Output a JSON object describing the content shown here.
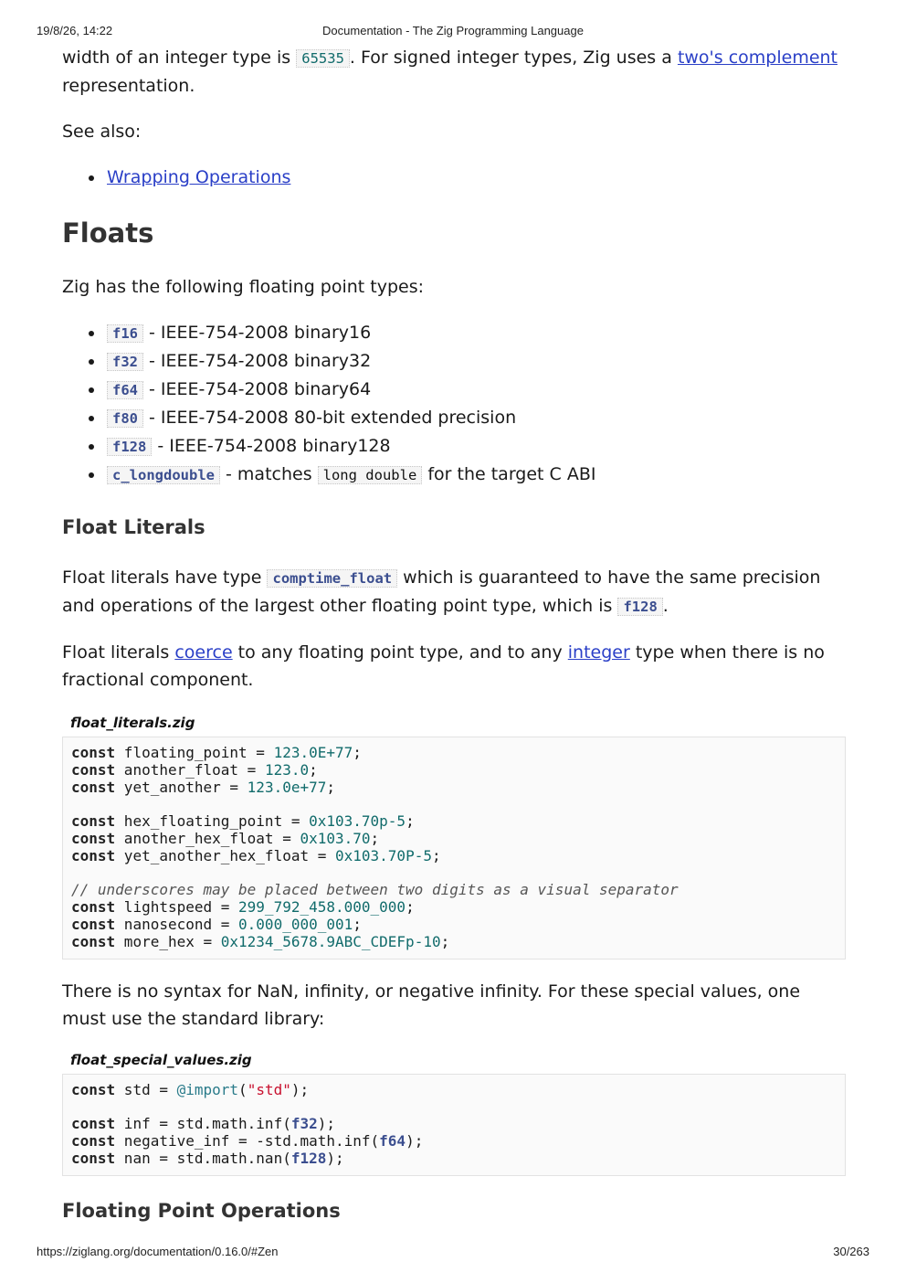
{
  "header": {
    "datetime": "19/8/26, 14:22",
    "title": "Documentation - The Zig Programming Language"
  },
  "footer": {
    "url": "https://ziglang.org/documentation/0.16.0/#Zen",
    "page": "30/263"
  },
  "intro": {
    "p1_a": "width of an integer type is ",
    "p1_code": "65535",
    "p1_b": ". For signed integer types, Zig uses a ",
    "p1_link": "two's complement",
    "p1_c": " representation.",
    "see_also": "See also:",
    "see_also_link": "Wrapping Operations"
  },
  "floats": {
    "heading": "Floats",
    "intro": "Zig has the following floating point types:",
    "types": [
      {
        "code": "f16",
        "desc": " - IEEE-754-2008 binary16"
      },
      {
        "code": "f32",
        "desc": " - IEEE-754-2008 binary32"
      },
      {
        "code": "f64",
        "desc": " - IEEE-754-2008 binary64"
      },
      {
        "code": "f80",
        "desc": " - IEEE-754-2008 80-bit extended precision"
      },
      {
        "code": "f128",
        "desc": " - IEEE-754-2008 binary128"
      }
    ],
    "longdouble": {
      "code": "c_longdouble",
      "desc_a": " - matches ",
      "code2": "long double",
      "desc_b": " for the target C ABI"
    }
  },
  "float_literals": {
    "heading": "Float Literals",
    "p1_a": "Float literals have type ",
    "p1_code": "comptime_float",
    "p1_b": " which is guaranteed to have the same precision and operations of the largest other floating point type, which is ",
    "p1_code2": "f128",
    "p1_c": ".",
    "p2_a": "Float literals ",
    "p2_link1": "coerce",
    "p2_b": " to any floating point type, and to any ",
    "p2_link2": "integer",
    "p2_c": " type when there is no fractional component.",
    "file1": "float_literals.zig",
    "code1": [
      {
        "kw": "const",
        "rest": " floating_point = ",
        "num": "123.0E+77",
        "end": ";"
      },
      {
        "kw": "const",
        "rest": " another_float = ",
        "num": "123.0",
        "end": ";"
      },
      {
        "kw": "const",
        "rest": " yet_another = ",
        "num": "123.0e+77",
        "end": ";"
      },
      {
        "kw": "const",
        "rest": " hex_floating_point = ",
        "num": "0x103.70p-5",
        "end": ";"
      },
      {
        "kw": "const",
        "rest": " another_hex_float = ",
        "num": "0x103.70",
        "end": ";"
      },
      {
        "kw": "const",
        "rest": " yet_another_hex_float = ",
        "num": "0x103.70P-5",
        "end": ";"
      },
      {
        "comment": "// underscores may be placed between two digits as a visual separator"
      },
      {
        "kw": "const",
        "rest": " lightspeed = ",
        "num": "299_792_458.000_000",
        "end": ";"
      },
      {
        "kw": "const",
        "rest": " nanosecond = ",
        "num": "0.000_000_001",
        "end": ";"
      },
      {
        "kw": "const",
        "rest": " more_hex = ",
        "num": "0x1234_5678.9ABC_CDEFp-10",
        "end": ";"
      }
    ],
    "p3": "There is no syntax for NaN, infinity, or negative infinity. For these special values, one must use the standard library:",
    "file2": "float_special_values.zig",
    "code2": {
      "l1_kw": "const",
      "l1_a": " std = ",
      "l1_bi": "@import",
      "l1_b": "(",
      "l1_str": "\"std\"",
      "l1_c": ");",
      "l2_kw": "const",
      "l2_a": " inf = std.math.inf(",
      "l2_ty": "f32",
      "l2_b": ");",
      "l3_kw": "const",
      "l3_a": " negative_inf = -std.math.inf(",
      "l3_ty": "f64",
      "l3_b": ");",
      "l4_kw": "const",
      "l4_a": " nan = std.math.nan(",
      "l4_ty": "f128",
      "l4_b": ");"
    }
  },
  "fp_ops": {
    "heading": "Floating Point Operations"
  }
}
